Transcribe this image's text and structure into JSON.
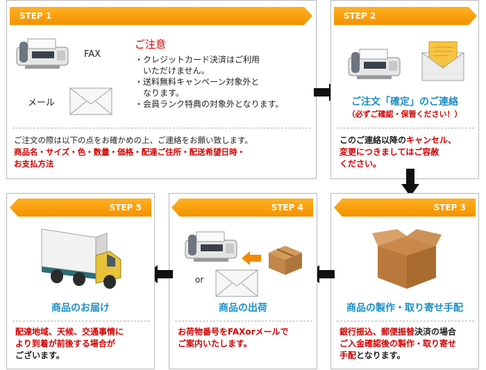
{
  "step1": {
    "label": "STEP 1",
    "fax_label": "FAX",
    "mail_label": "メール",
    "notice_title": "ご注意",
    "notices": [
      "・クレジットカード決済はご利用",
      "　いただけません。",
      "・送料無料キャンペーン対象外と",
      "　なります。",
      "・会員ランク特典の対象外となります。"
    ],
    "desc": "ご注文の際は以下の点をお確かめの上、ご連絡をお願い致します。",
    "red_line1": "商品名・サイズ・色・数量・価格・配達ご住所・配送希望日時・",
    "red_line2": "お支払方法"
  },
  "step2": {
    "label": "STEP 2",
    "title": "ご注文「確定」のご連絡",
    "subtitle": "（必ずご確認・保管ください！）",
    "desc1": "このご連絡以降の",
    "desc1_red": "キャンセル、",
    "desc2": "変更につきましてはご容赦",
    "desc3": "ください。"
  },
  "step3": {
    "label": "STEP 3",
    "title": "商品の製作・取り寄せ手配",
    "desc1_red": "銀行振込、郵便振替",
    "desc1": "決済の場合",
    "desc2": "ご入金確認後の製作・取り寄せ",
    "desc3_red": "手配",
    "desc3": "となります。"
  },
  "step4": {
    "label": "STEP 4",
    "or_label": "or",
    "title": "商品の出荷",
    "desc1": "お荷物番号をFAXorメールで",
    "desc2": "ご案内いたします。"
  },
  "step5": {
    "label": "STEP 5",
    "title": "商品のお届け",
    "desc1": "配達地域、天候、交通事情に",
    "desc2": "より到着が前後する場合が",
    "desc3": "ございます。"
  },
  "colors": {
    "accent": "#f39200",
    "red": "#d10000",
    "blue": "#1e8fc8"
  }
}
